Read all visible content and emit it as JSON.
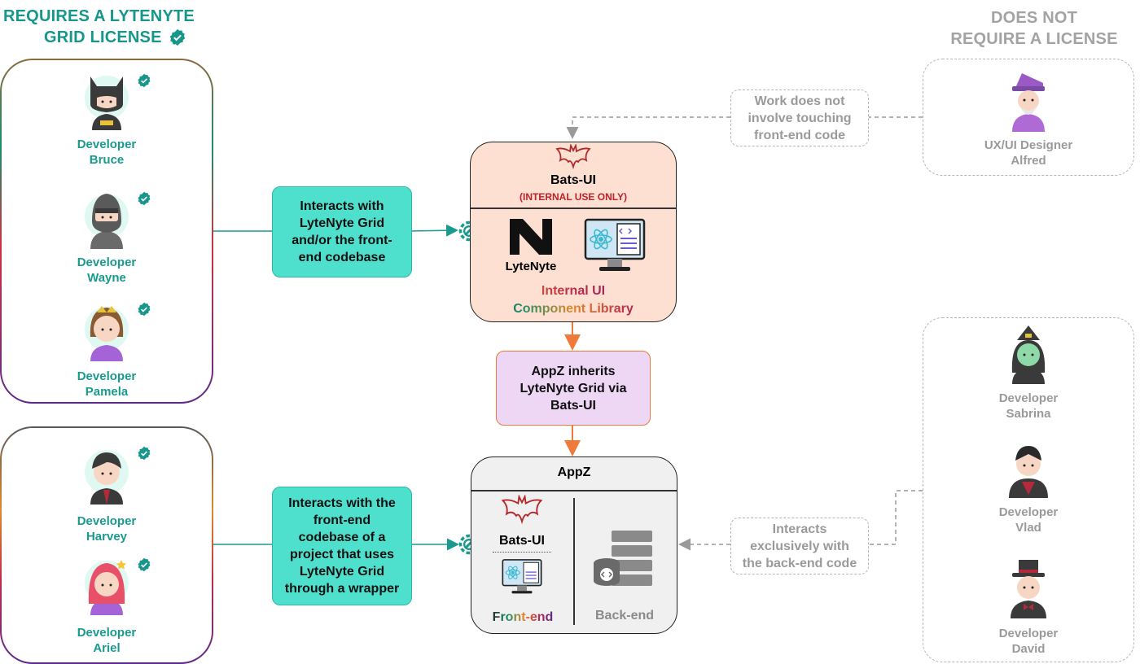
{
  "left_title_line1": "REQUIRES A LYTENYTE",
  "left_title_line2": "GRID LICENSE",
  "right_title_line1": "DOES NOT",
  "right_title_line2": "REQUIRE A LICENSE",
  "licensed_group1": [
    {
      "line1": "Developer",
      "line2": "Bruce"
    },
    {
      "line1": "Developer",
      "line2": "Wayne"
    },
    {
      "line1": "Developer",
      "line2": "Pamela"
    }
  ],
  "licensed_group2": [
    {
      "line1": "Developer",
      "line2": "Harvey"
    },
    {
      "line1": "Developer",
      "line2": "Ariel"
    }
  ],
  "designer": {
    "line1": "UX/UI Designer",
    "line2": "Alfred"
  },
  "unlicensed_devs": [
    {
      "line1": "Developer",
      "line2": "Sabrina"
    },
    {
      "line1": "Developer",
      "line2": "Vlad"
    },
    {
      "line1": "Developer",
      "line2": "David"
    }
  ],
  "note_top": [
    "Interacts with",
    "LyteNyte Grid",
    "and/or the front-",
    "end codebase"
  ],
  "note_bottom": [
    "Interacts with the",
    "front-end",
    "codebase of a",
    "project that uses",
    "LyteNyte Grid",
    "through a wrapper"
  ],
  "note_designer": [
    "Work does not",
    "involve touching",
    "front-end code"
  ],
  "note_backend": [
    "Interacts",
    "exclusively with",
    "the back-end code"
  ],
  "bats_ui": {
    "title": "Bats-UI",
    "subtitle": "(INTERNAL USE ONLY)",
    "logo_text": "LyteNyte",
    "lib_line1": "Internal UI",
    "lib_line2": "Component Library"
  },
  "inherit": [
    "AppZ inherits",
    "LyteNyte Grid via",
    "Bats-UI"
  ],
  "appz": {
    "title": "AppZ",
    "bats_label": "Bats-UI",
    "frontend": "Front-end",
    "backend": "Back-end"
  },
  "colors": {
    "teal": "#17968c",
    "note": "#4ee0cc",
    "arrow_orange": "#f07a3a",
    "grey": "#a3a3a3"
  },
  "icons": [
    "verified-badge-icon",
    "bat-logo-icon",
    "react-screen-icon",
    "database-server-icon",
    "gear-link-icon"
  ]
}
